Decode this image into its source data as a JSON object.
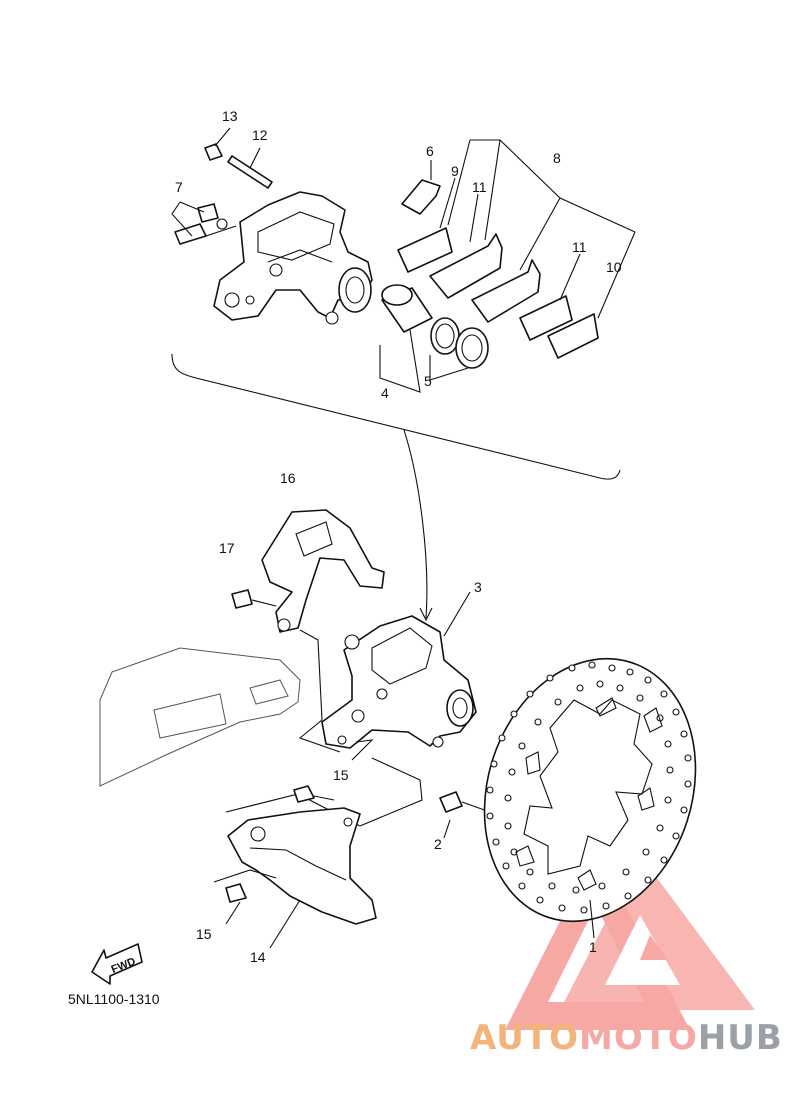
{
  "diagram": {
    "part_labels": [
      {
        "id": "p1",
        "text": "1"
      },
      {
        "id": "p2",
        "text": "2"
      },
      {
        "id": "p3",
        "text": "3"
      },
      {
        "id": "p4",
        "text": "4"
      },
      {
        "id": "p5",
        "text": "5"
      },
      {
        "id": "p6",
        "text": "6"
      },
      {
        "id": "p7",
        "text": "7"
      },
      {
        "id": "p8",
        "text": "8"
      },
      {
        "id": "p9",
        "text": "9"
      },
      {
        "id": "p10",
        "text": "10"
      },
      {
        "id": "p11a",
        "text": "11"
      },
      {
        "id": "p11b",
        "text": "11"
      },
      {
        "id": "p12",
        "text": "12"
      },
      {
        "id": "p13",
        "text": "13"
      },
      {
        "id": "p14",
        "text": "14"
      },
      {
        "id": "p15a",
        "text": "15"
      },
      {
        "id": "p15b",
        "text": "15"
      },
      {
        "id": "p16",
        "text": "16"
      },
      {
        "id": "p17",
        "text": "17"
      }
    ],
    "direction_label": "FWD",
    "drawing_code": "5NL1100-1310"
  },
  "watermark": {
    "part1": "AUTO",
    "part2": "MOTO",
    "part3": "HUB",
    "colors": {
      "auto": "#f4b37a",
      "moto": "#f6a8a6",
      "hub": "#9aa0a6",
      "logo": "#f48b86"
    }
  }
}
